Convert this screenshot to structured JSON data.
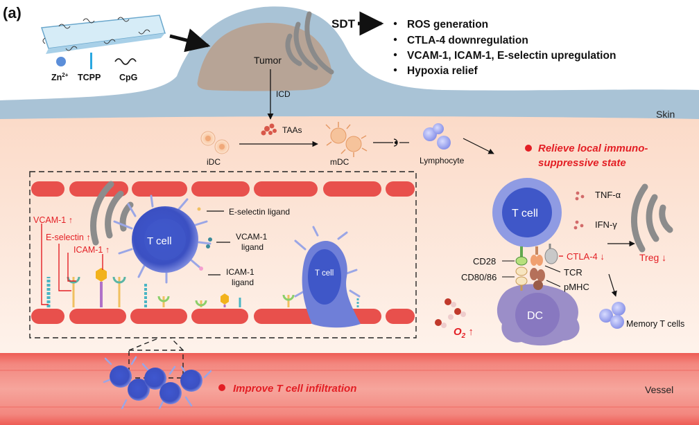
{
  "panel_label": "(a)",
  "components": {
    "zinc": "Zn",
    "zinc_charge": "2+",
    "tcpp": "TCPP",
    "cpg": "CpG"
  },
  "tumor": {
    "label": "Tumor",
    "icd": "ICD"
  },
  "sdt": {
    "label": "SDT",
    "effects": [
      "ROS generation",
      "CTLA-4 downregulation",
      "VCAM-1, ICAM-1, E-selectin upregulation",
      "Hypoxia relief"
    ]
  },
  "skin_label": "Skin",
  "vessel_label": "Vessel",
  "pathway": {
    "idc": "iDC",
    "taas": "TAAs",
    "mdc": "mDC",
    "lymphocyte": "Lymphocyte"
  },
  "highlights": {
    "immuno_line1": "Relieve local immuno-",
    "immuno_line2": "suppressive state",
    "infiltration": "Improve T cell infiltration"
  },
  "inset": {
    "t_cell": "T cell",
    "t_cell_2": "T cell",
    "e_selectin_ligand": "E-selectin ligand",
    "vcam_ligand_line1": "VCAM-1",
    "vcam_ligand_line2": "ligand",
    "icam_ligand_line1": "ICAM-1",
    "icam_ligand_line2": "ligand",
    "vcam_up": "VCAM-1 ↑",
    "eselectin_up": "E-selectin ↑",
    "icam_up": "ICAM-1 ↑"
  },
  "synapse": {
    "t_cell": "T cell",
    "dc": "DC",
    "cd28": "CD28",
    "cd8086": "CD80/86",
    "tcr": "TCR",
    "pmhc": "pMHC",
    "ctla4": "CTLA-4 ↓",
    "tnf": "TNF-α",
    "ifn": "IFN-γ",
    "treg": "Treg ↓",
    "memory": "Memory T cells",
    "o2": "O",
    "o2_sub": "2",
    "o2_arrow": " ↑"
  },
  "colors": {
    "accent_red": "#e31e24",
    "skin_blue": "#a9c3d6",
    "tissue": "#fde8dc",
    "vessel": "#f0675f",
    "tcell": "#5a6fd6",
    "dc": "#9b8ec8"
  }
}
